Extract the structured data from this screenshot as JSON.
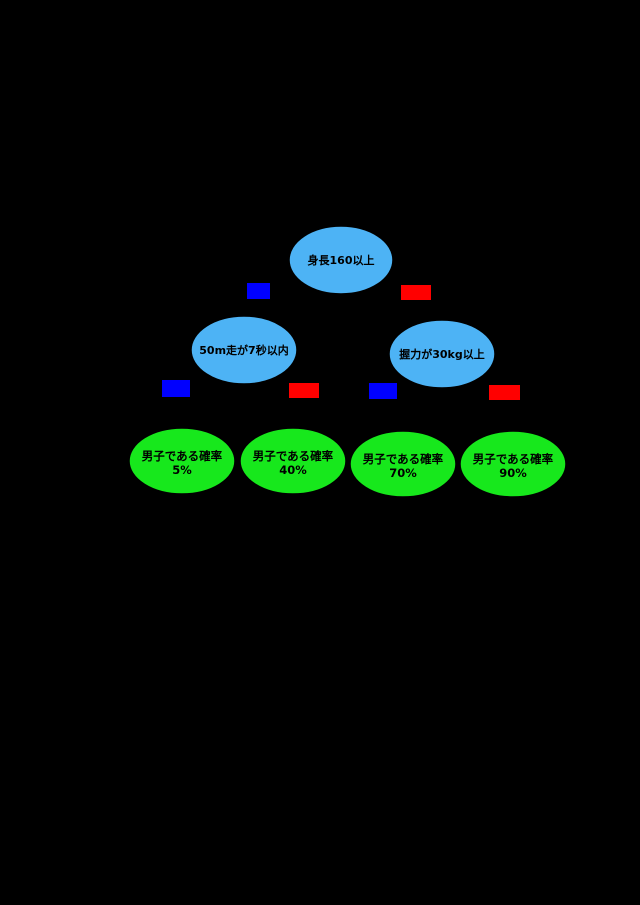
{
  "colors": {
    "background": "#000000",
    "question_fill": "#4db3f5",
    "leaf_fill": "#17e81c",
    "yes_tag": "#0000ff",
    "no_tag": "#ff0000",
    "outline": "#000000"
  },
  "questions": {
    "root": "身長160以上",
    "left": "50m走が7秒以内",
    "right": "握力が30kg以上"
  },
  "leaves": [
    {
      "line1": "男子である確率",
      "line2": "5%"
    },
    {
      "line1": "男子である確率",
      "line2": "40%"
    },
    {
      "line1": "男子である確率",
      "line2": "70%"
    },
    {
      "line1": "男子である確率",
      "line2": "90%"
    }
  ]
}
